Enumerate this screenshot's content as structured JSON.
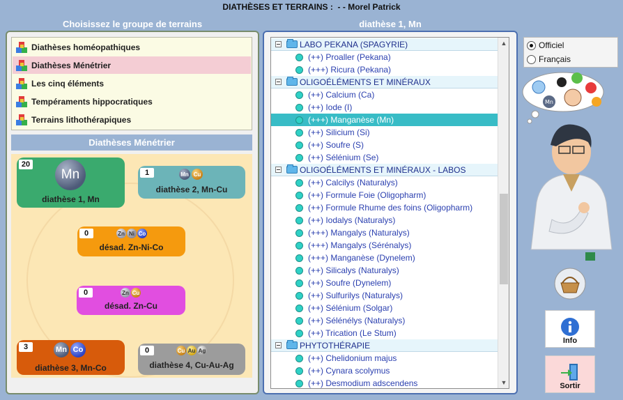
{
  "window": {
    "title": "DIATHÈSES ET TERRAINS :",
    "patient": "- - Morel  Patrick"
  },
  "left": {
    "header": "Choisissez le groupe de terrains",
    "groups": [
      {
        "label": "Diathèses homéopathiques",
        "selected": false
      },
      {
        "label": "Diathèses Ménétrier",
        "selected": true
      },
      {
        "label": "Les cinq éléments",
        "selected": false
      },
      {
        "label": "Tempéraments hippocratiques",
        "selected": false
      },
      {
        "label": "Terrains lithothérapiques",
        "selected": false
      }
    ],
    "subheader": "Diathèses Ménétrier",
    "cards": [
      {
        "count": "20",
        "label": "diathèse 1, Mn",
        "elements": [
          "Mn"
        ],
        "color": "#3aaa6e"
      },
      {
        "count": "1",
        "label": "diathèse 2, Mn-Cu",
        "elements": [
          "Mn",
          "Cu"
        ],
        "color": "#6cb4b8"
      },
      {
        "count": "0",
        "label": "désad. Zn-Ni-Co",
        "elements": [
          "Zn",
          "Ni",
          "Co"
        ],
        "color": "#f59a0e"
      },
      {
        "count": "0",
        "label": "désad. Zn-Cu",
        "elements": [
          "Zn",
          "Cu"
        ],
        "color": "#e14ee0"
      },
      {
        "count": "3",
        "label": "diathèse 3, Mn-Co",
        "elements": [
          "Mn",
          "Co"
        ],
        "color": "#d75b0b"
      },
      {
        "count": "0",
        "label": "diathèse 4, Cu-Au-Ag",
        "elements": [
          "Cu",
          "Au",
          "Ag"
        ],
        "color": "#9c9c9c"
      }
    ]
  },
  "middle": {
    "header": "diathèse 1, Mn",
    "tree": [
      {
        "type": "cat",
        "label": "LABO PEKANA (SPAGYRIE)"
      },
      {
        "type": "item",
        "label": "(++) Proaller (Pekana)"
      },
      {
        "type": "item",
        "label": "(+++) Ricura (Pekana)"
      },
      {
        "type": "cat",
        "label": "OLIGOÉLÉMENTS ET MINÉRAUX"
      },
      {
        "type": "item",
        "label": "(++) Calcium (Ca)"
      },
      {
        "type": "item",
        "label": "(++) Iode (I)"
      },
      {
        "type": "item",
        "label": "(+++) Manganèse (Mn)",
        "selected": true
      },
      {
        "type": "item",
        "label": "(++) Silicium (Si)"
      },
      {
        "type": "item",
        "label": "(++) Soufre (S)"
      },
      {
        "type": "item",
        "label": "(++) Sélénium (Se)"
      },
      {
        "type": "cat",
        "label": "OLIGOÉLÉMENTS ET MINÉRAUX - LABOS"
      },
      {
        "type": "item",
        "label": "(++) Calcilys (Naturalys)"
      },
      {
        "type": "item",
        "label": "(++) Formule Foie (Oligopharm)"
      },
      {
        "type": "item",
        "label": "(++) Formule Rhume des foins (Oligopharm)"
      },
      {
        "type": "item",
        "label": "(++) Iodalys (Naturalys)"
      },
      {
        "type": "item",
        "label": "(+++) Mangalys (Naturalys)"
      },
      {
        "type": "item",
        "label": "(+++) Mangalys (Sérénalys)"
      },
      {
        "type": "item",
        "label": "(+++) Manganèse (Dynelem)"
      },
      {
        "type": "item",
        "label": "(++) Silicalys (Naturalys)"
      },
      {
        "type": "item",
        "label": "(++) Soufre (Dynelem)"
      },
      {
        "type": "item",
        "label": "(++) Sulfurilys (Naturalys)"
      },
      {
        "type": "item",
        "label": "(++) Sélénium (Solgar)"
      },
      {
        "type": "item",
        "label": "(++) Sélénélys (Naturalys)"
      },
      {
        "type": "item",
        "label": "(++) Trication (Le Stum)"
      },
      {
        "type": "cat",
        "label": "PHYTOTHÉRAPIE"
      },
      {
        "type": "item",
        "label": "(++) Chelidonium majus"
      },
      {
        "type": "item",
        "label": "(++) Cynara scolymus"
      },
      {
        "type": "item",
        "label": "(++) Desmodium adscendens"
      }
    ]
  },
  "right": {
    "radio_official": "Officiel",
    "radio_french": "Français",
    "info_label": "Info",
    "exit_label": "Sortir"
  },
  "colors": {
    "background": "#9ab3d3",
    "selected_row": "#38bcc6",
    "selected_group": "#f4cdd4"
  }
}
